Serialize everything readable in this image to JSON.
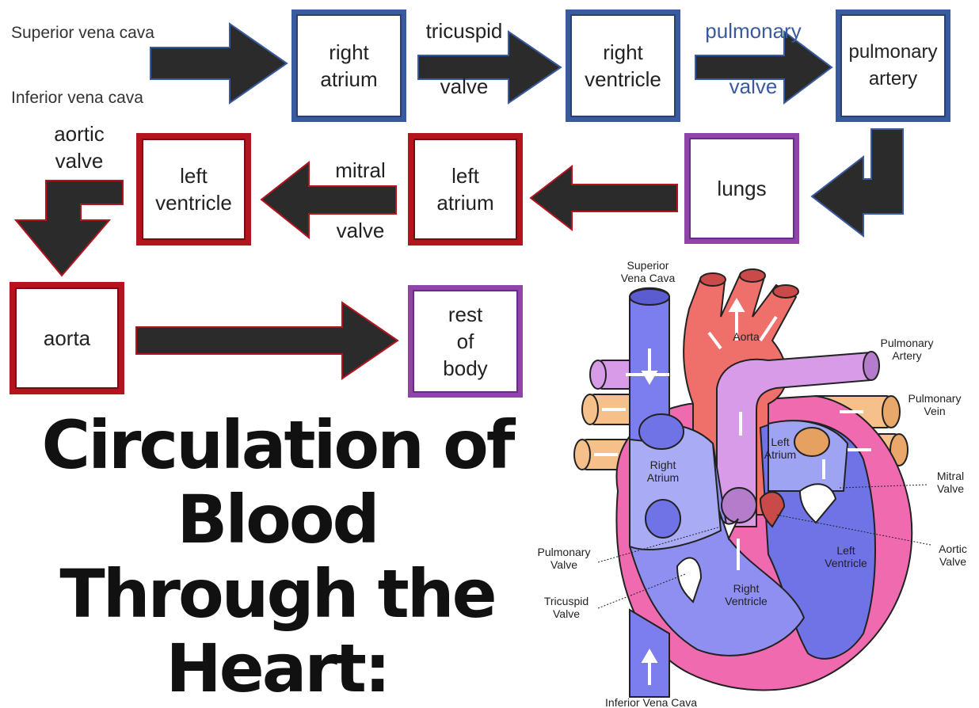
{
  "sources": {
    "superior": "Superior vena cava",
    "inferior": "Inferior vena cava"
  },
  "boxes": {
    "right_atrium": [
      "right",
      "atrium"
    ],
    "right_ventricle": [
      "right",
      "ventricle"
    ],
    "pulmonary_artery": [
      "pulmonary",
      "artery"
    ],
    "lungs": [
      "lungs"
    ],
    "left_atrium": [
      "left",
      "atrium"
    ],
    "left_ventricle": [
      "left",
      "ventricle"
    ],
    "aorta": [
      "aorta"
    ],
    "rest_of_body": [
      "rest",
      "of",
      "body"
    ]
  },
  "valves": {
    "tricuspid": [
      "tricuspid",
      "valve"
    ],
    "pulmonary": [
      "pulmonary",
      "valve"
    ],
    "mitral": [
      "mitral",
      "valve"
    ],
    "aortic": [
      "aortic",
      "valve"
    ]
  },
  "title": [
    "Circulation of",
    "Blood",
    "Through the",
    "Heart:"
  ],
  "heart_labels": {
    "superior_vena_cava": [
      "Superior",
      "Vena Cava"
    ],
    "aorta": "Aorta",
    "pulmonary_artery": [
      "Pulmonary",
      "Artery"
    ],
    "pulmonary_vein": [
      "Pulmonary",
      "Vein"
    ],
    "left_atrium": [
      "Left",
      "Atrium"
    ],
    "right_atrium": [
      "Right",
      "Atrium"
    ],
    "mitral_valve": [
      "Mitral",
      "Valve"
    ],
    "pulmonary_valve": [
      "Pulmonary",
      "Valve"
    ],
    "aortic_valve": [
      "Aortic",
      "Valve"
    ],
    "left_ventricle": [
      "Left",
      "Ventricle"
    ],
    "right_ventricle": [
      "Right",
      "Ventricle"
    ],
    "tricuspid_valve": [
      "Tricuspid",
      "Valve"
    ],
    "inferior_vena_cava": "Inferior Vena Cava"
  },
  "colors": {
    "right_side": "#3a5aa0",
    "left_side": "#b3141e",
    "lungs_body": "#8e44a8",
    "arrow": "#2b2b2b"
  }
}
